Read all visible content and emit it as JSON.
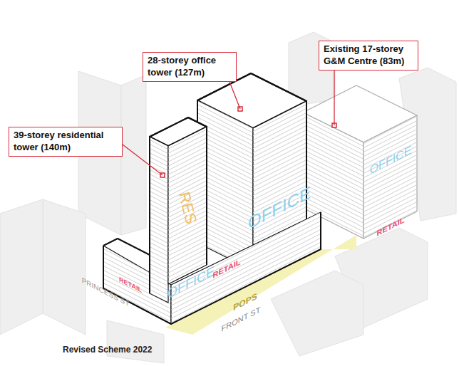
{
  "diagram": {
    "caption": "Revised Scheme 2022",
    "nodes": [
      {
        "text": [
          "28-storey office tower (127m)"
        ]
      },
      {
        "text": [
          "Existing 17-storey G&M Centre (83m)"
        ]
      },
      {
        "text": [
          "39-storey residential tower (140m)"
        ]
      }
    ],
    "labels": [
      "RES",
      "OFFICE",
      "OFFICE",
      "OFFICE",
      "RETAIL",
      "RETAIL",
      "RETAIL",
      "POPS",
      "FRONT ST",
      "PRINCESS ST"
    ]
  }
}
